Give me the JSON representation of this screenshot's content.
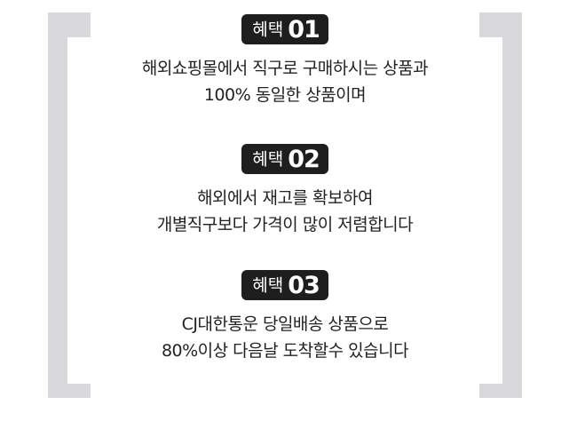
{
  "benefits": [
    {
      "badge_word": "혜택",
      "badge_number": "01",
      "lines": [
        "해외쇼핑몰에서 직구로 구매하시는 상품과",
        "100% 동일한 상품이며"
      ]
    },
    {
      "badge_word": "혜택",
      "badge_number": "02",
      "lines": [
        "해외에서 재고를 확보하여",
        "개별직구보다 가격이 많이 저렴합니다"
      ]
    },
    {
      "badge_word": "혜택",
      "badge_number": "03",
      "lines": [
        "CJ대한통운 당일배송 상품으로",
        "80%이상 다음날 도착할수 있습니다"
      ]
    }
  ],
  "colors": {
    "bracket": "#d9d9db",
    "badge_bg": "#1e1e1e",
    "text": "#222222"
  }
}
